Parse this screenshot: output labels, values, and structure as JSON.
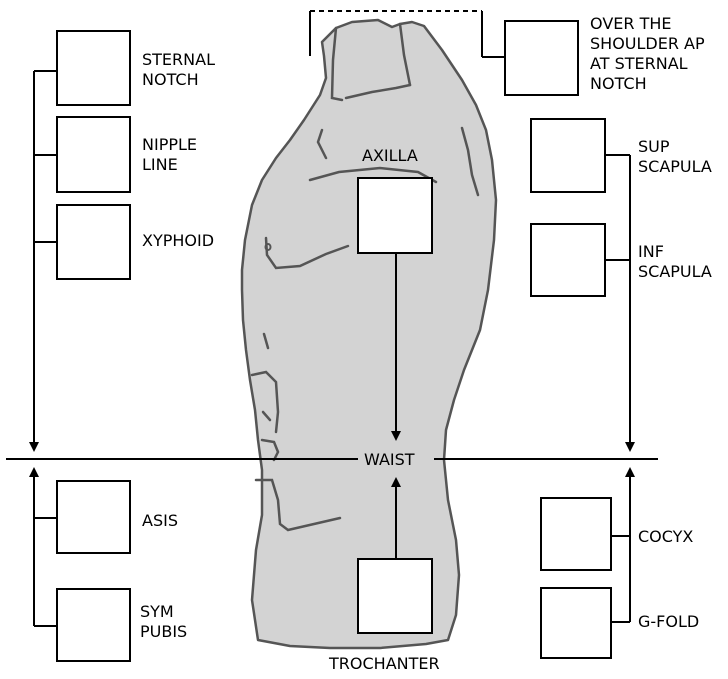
{
  "colors": {
    "torso_fill": "#d3d3d3",
    "torso_outline": "#555555",
    "line": "#000000",
    "box_fill": "#ffffff"
  },
  "labels": {
    "sternal_notch": [
      "STERNAL",
      "NOTCH"
    ],
    "nipple_line": [
      "NIPPLE",
      "LINE"
    ],
    "xyphoid": [
      "XYPHOID"
    ],
    "asis": [
      "ASIS"
    ],
    "sym_pubis": [
      "SYM",
      "PUBIS"
    ],
    "over_the_shoulder": [
      "OVER THE",
      "SHOULDER AP",
      "AT STERNAL",
      "NOTCH"
    ],
    "sup_scapula": [
      "SUP",
      "SCAPULA"
    ],
    "inf_scapula": [
      "INF",
      "SCAPULA"
    ],
    "cocyx": [
      "COCYX"
    ],
    "g_fold": [
      "G-FOLD"
    ],
    "axilla": "AXILLA",
    "waist": "WAIST",
    "trochanter": "TROCHANTER"
  }
}
